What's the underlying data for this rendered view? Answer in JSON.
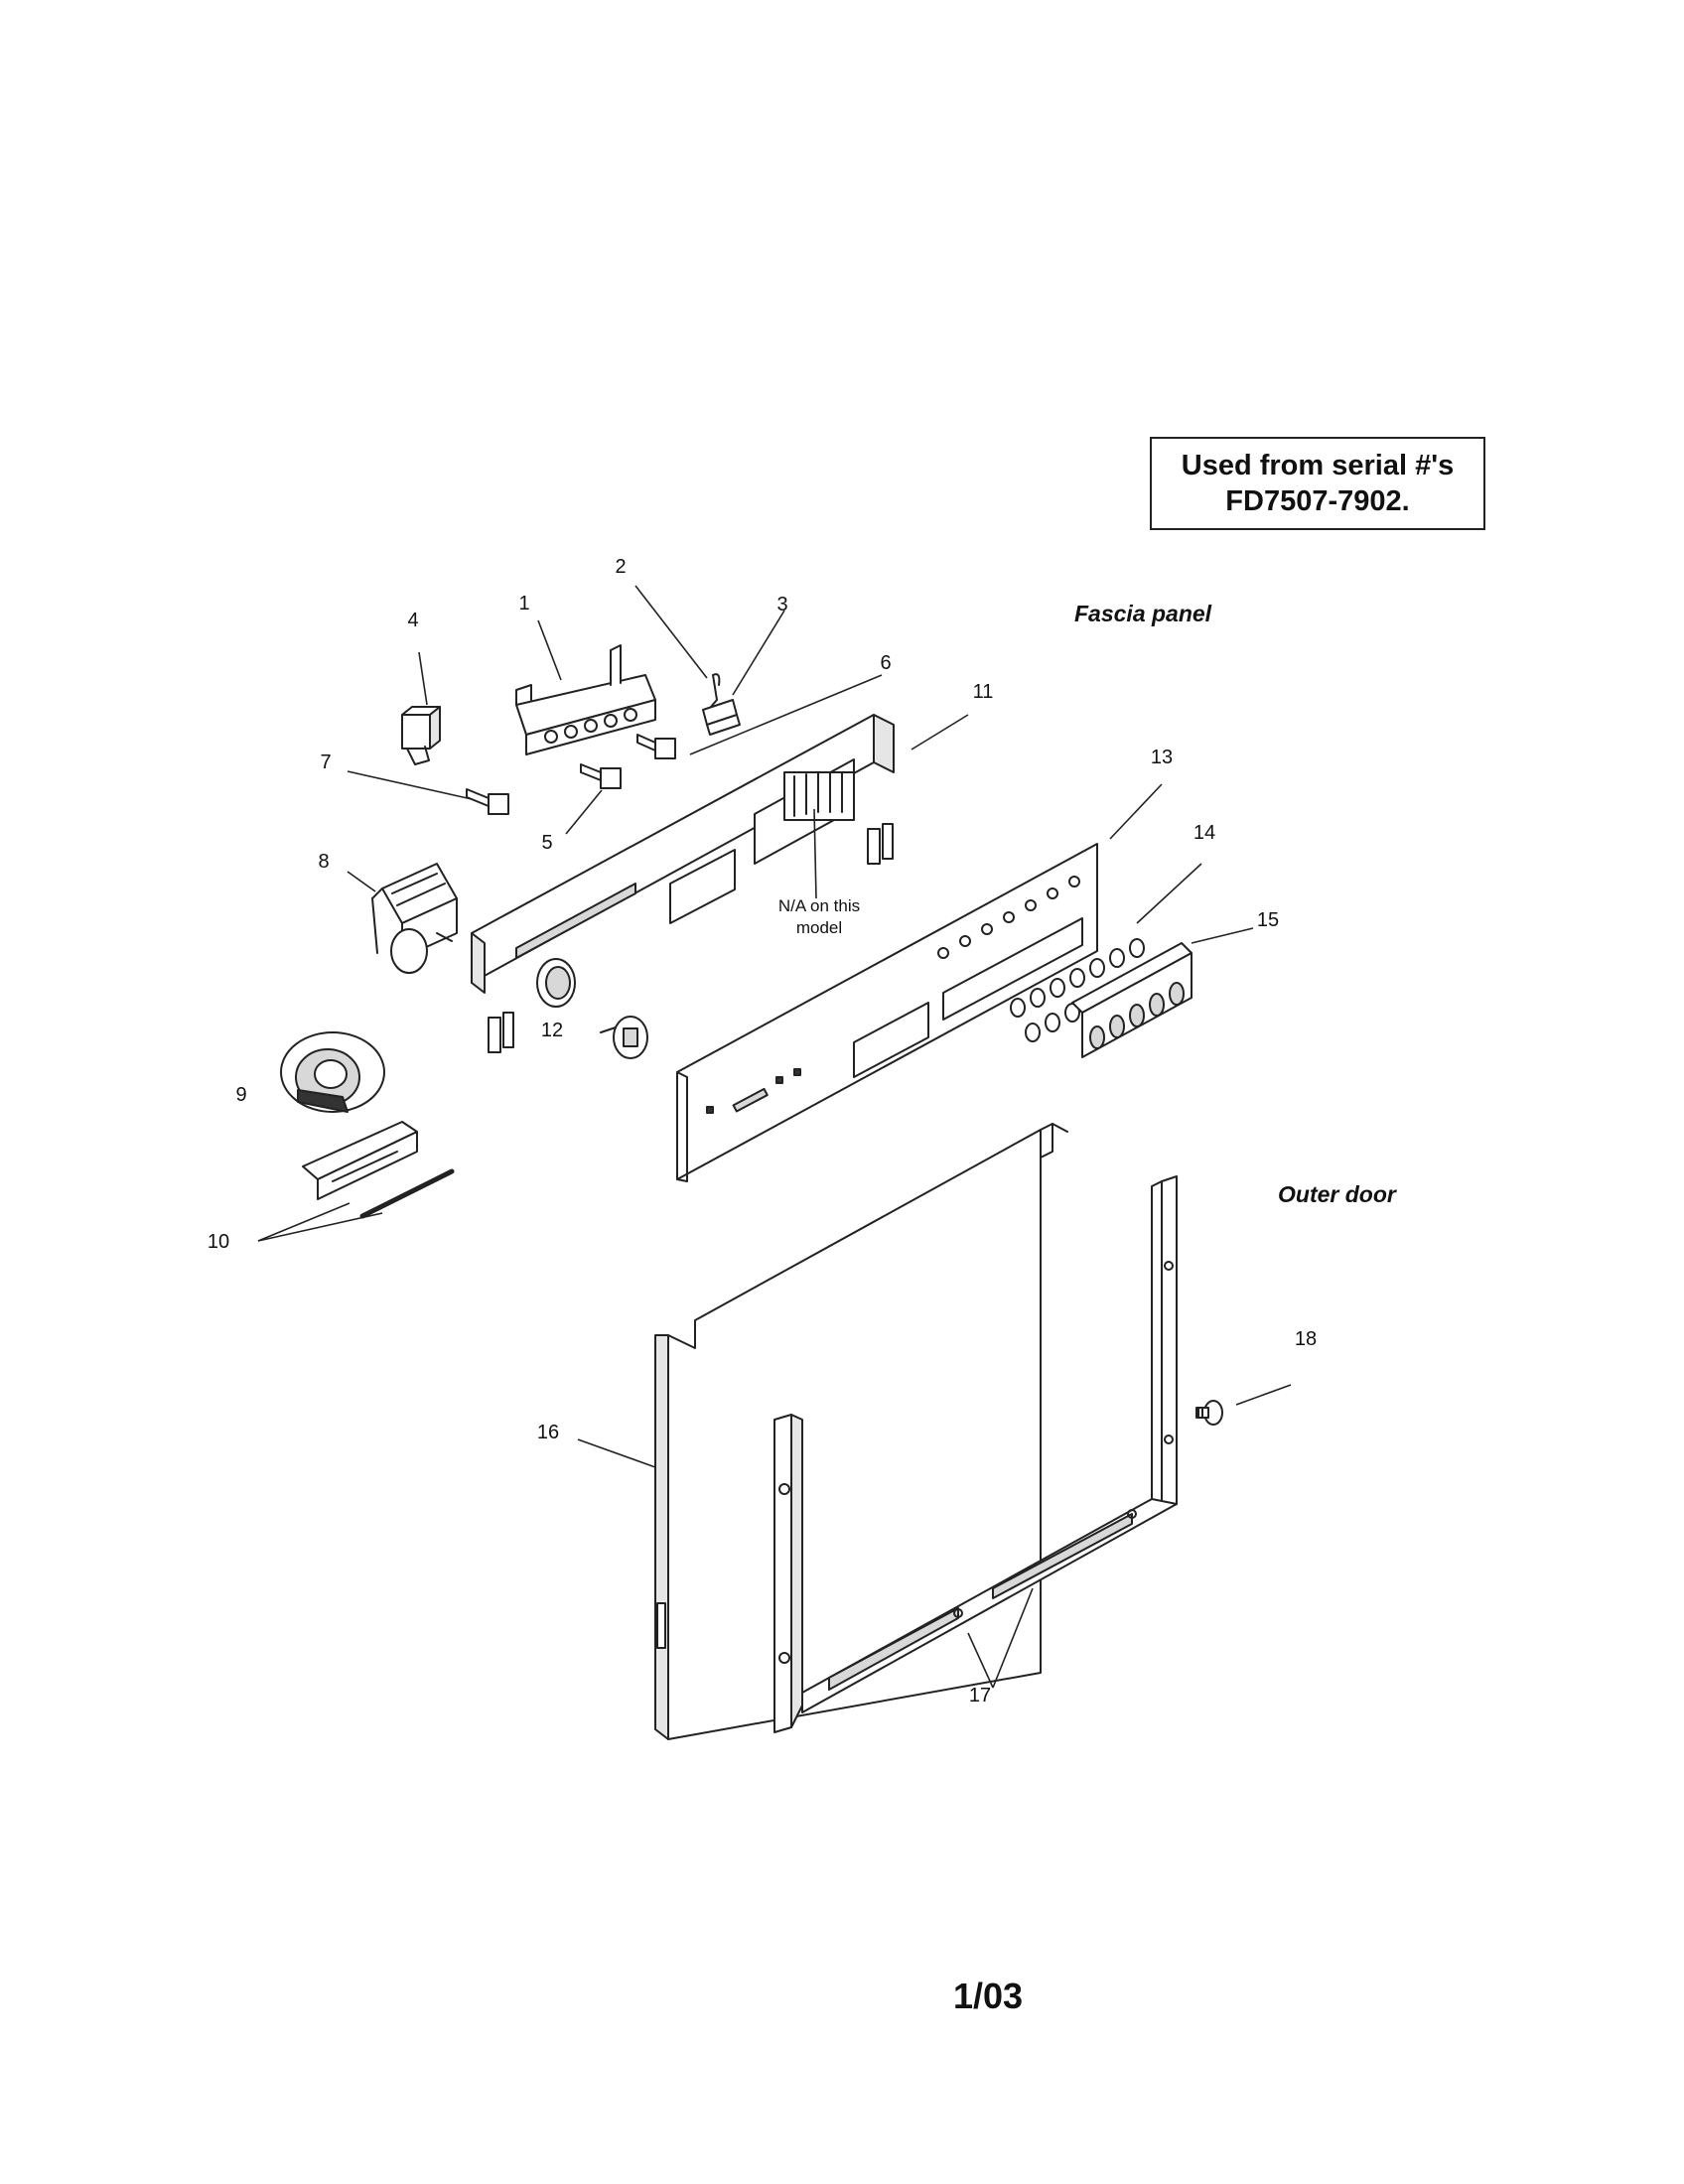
{
  "header": {
    "serial_line1": "Used from serial #'s",
    "serial_line2": "FD7507-7902."
  },
  "sections": {
    "fascia_panel": "Fascia panel",
    "outer_door": "Outer door"
  },
  "note": {
    "line1": "N/A on this",
    "line2": "model"
  },
  "callouts": [
    "1",
    "2",
    "3",
    "4",
    "5",
    "6",
    "7",
    "8",
    "9",
    "10",
    "11",
    "12",
    "13",
    "14",
    "15",
    "16",
    "17",
    "18"
  ],
  "footer": {
    "page_number": "1/03"
  },
  "colors": {
    "line": "#222222",
    "fill": "#ffffff",
    "shade": "#d8d8d8"
  }
}
